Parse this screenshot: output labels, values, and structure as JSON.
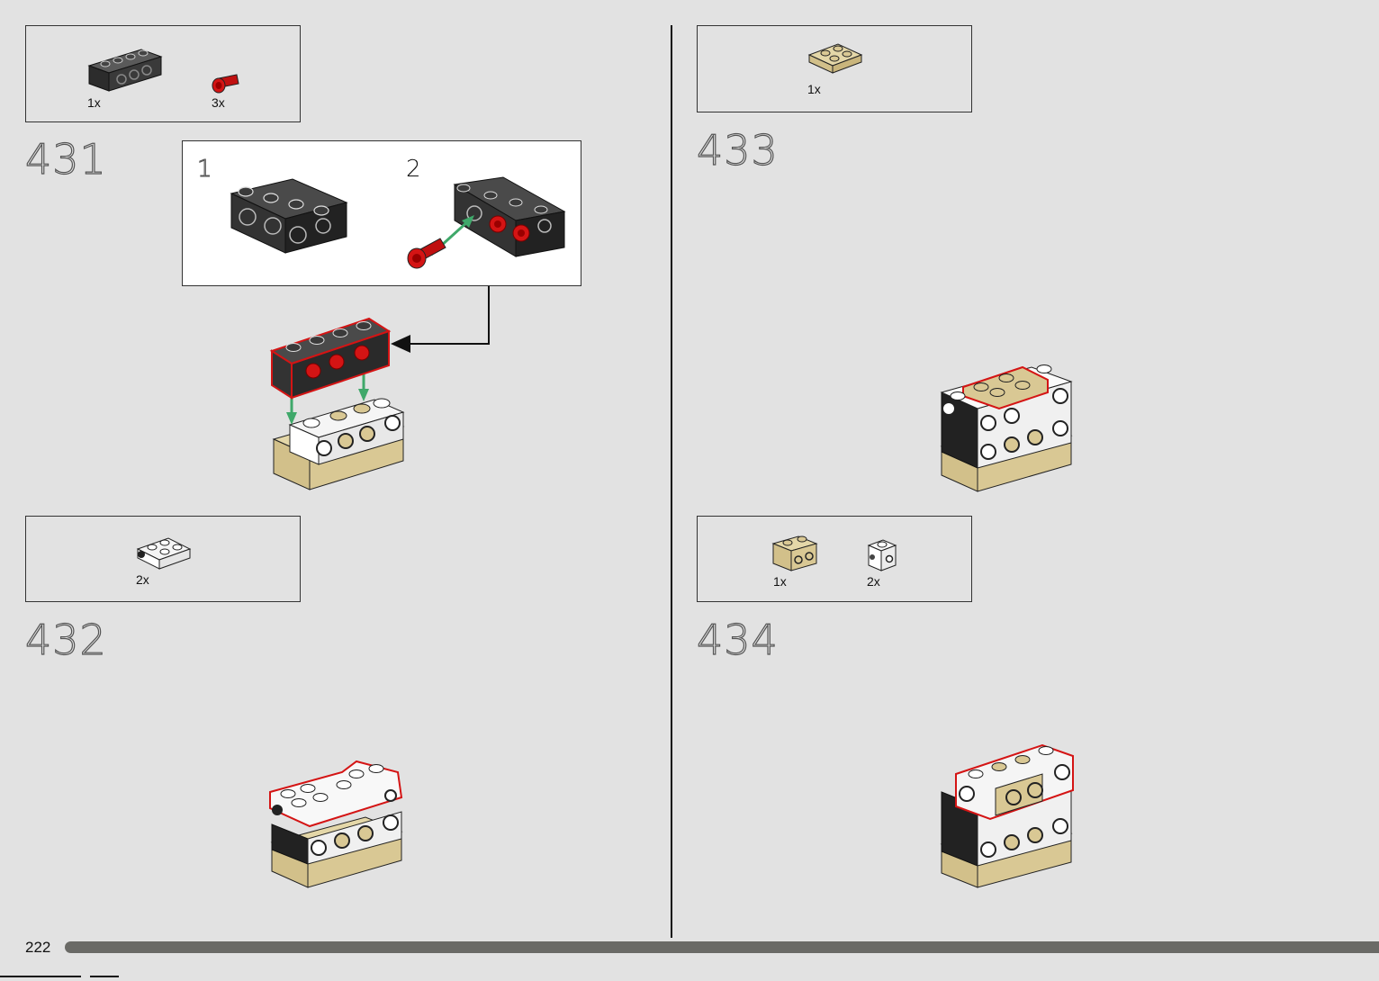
{
  "page": {
    "number": "222"
  },
  "steps": [
    {
      "id": "431",
      "parts": [
        {
          "qty": "1x",
          "icon": "dark-grey-technic-brick-1x4-icon"
        },
        {
          "qty": "3x",
          "icon": "red-technic-pin-icon"
        }
      ],
      "substeps": [
        {
          "num": "1"
        },
        {
          "num": "2"
        }
      ]
    },
    {
      "id": "432",
      "parts": [
        {
          "qty": "2x",
          "icon": "white-plate-2x2-with-studs-icon"
        }
      ]
    },
    {
      "id": "433",
      "parts": [
        {
          "qty": "1x",
          "icon": "tan-plate-2x2-icon"
        }
      ]
    },
    {
      "id": "434",
      "parts": [
        {
          "qty": "1x",
          "icon": "tan-brick-1x2-with-studs-icon"
        },
        {
          "qty": "2x",
          "icon": "white-brick-1x1-with-stud-icon"
        }
      ]
    }
  ],
  "colors": {
    "background": "#e2e2e2",
    "dark_grey": "#3a3a3a",
    "red": "#d41414",
    "tan": "#d9c894",
    "white": "#ffffff",
    "highlight": "#d41414",
    "arrow_green": "#3fa86a",
    "progress_bar": "#6a6a66"
  }
}
